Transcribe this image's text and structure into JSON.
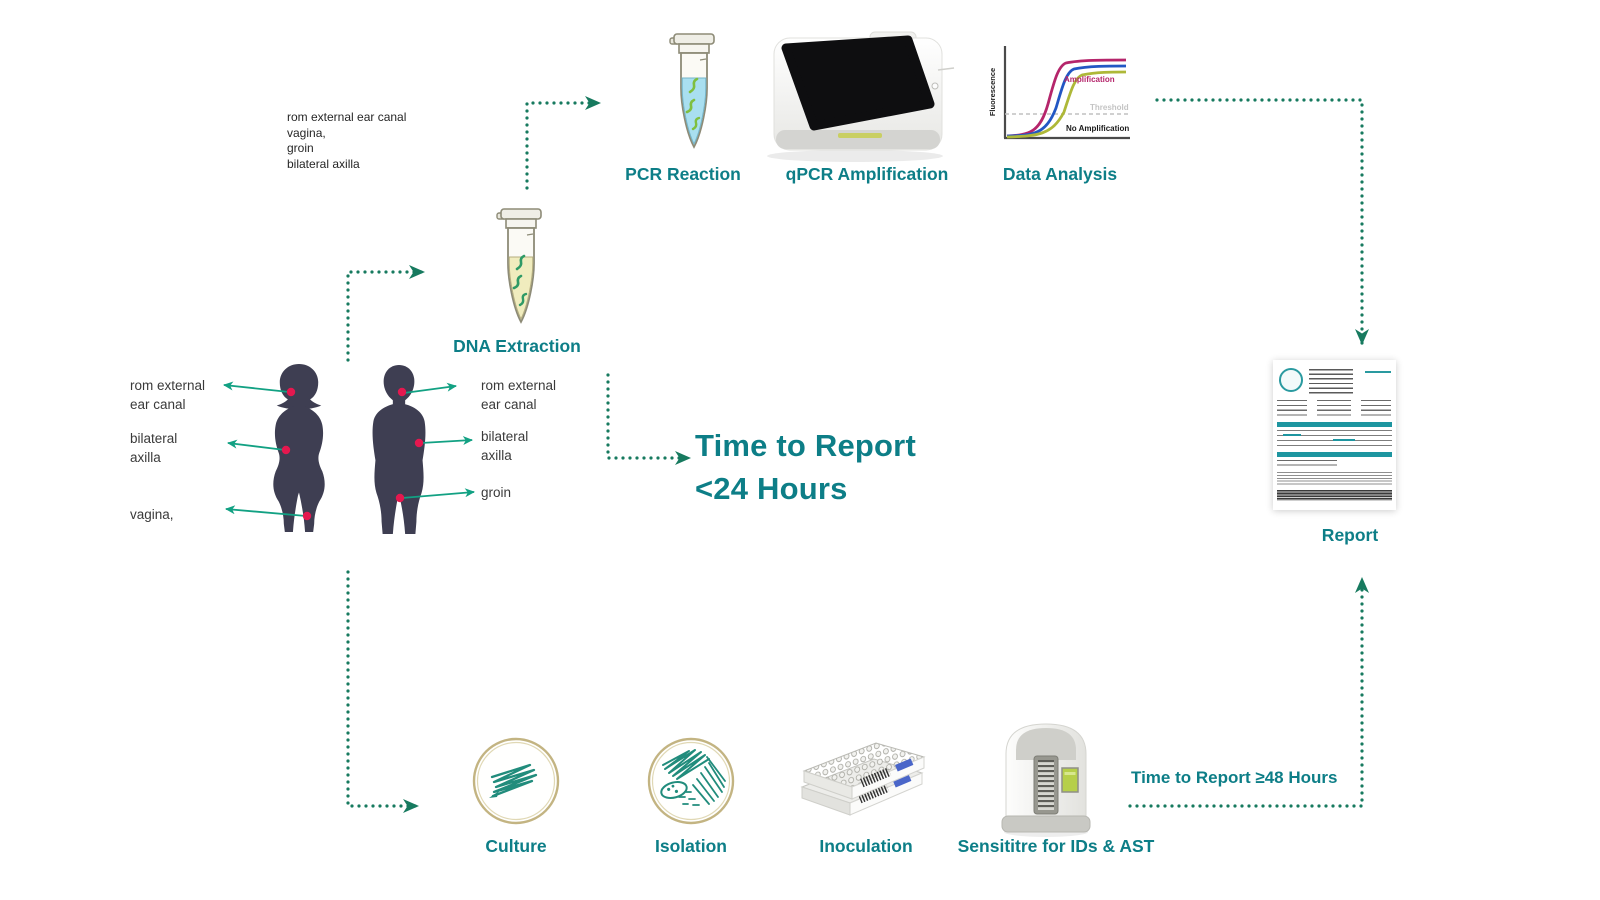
{
  "colors": {
    "accent_teal": "#0d7e87",
    "arrow_green": "#177a5f",
    "site_arrow_green": "#12a183",
    "body_silhouette": "#3e3e52",
    "site_marker_red": "#e4184f",
    "curve_magenta": "#b5256b",
    "curve_blue": "#2257c4",
    "curve_green": "#aeb838"
  },
  "specimen_note": [
    "rom external ear canal",
    "vagina,",
    "groin",
    "bilateral axilla"
  ],
  "body_sites": {
    "left": {
      "ear_1": "rom external",
      "ear_2": "ear canal",
      "axilla_1": "bilateral",
      "axilla_2": "axilla",
      "vagina": "vagina,"
    },
    "right": {
      "ear_1": "rom external",
      "ear_2": "ear canal",
      "axilla_1": "bilateral",
      "axilla_2": "axilla",
      "groin": "groin"
    }
  },
  "steps": {
    "dna_extraction": "DNA Extraction",
    "pcr_reaction": "PCR Reaction",
    "qpcr_amplification": "qPCR Amplification",
    "data_analysis": "Data Analysis",
    "report": "Report",
    "culture": "Culture",
    "isolation": "Isolation",
    "inoculation": "Inoculation",
    "sensititre": "Sensititre for IDs & AST"
  },
  "time_to_report": {
    "fast_line1": "Time to Report",
    "fast_line2": "<24 Hours",
    "slow_bold": "Time to Report",
    "slow_rest": " ≥48 Hours"
  },
  "analysis_chart": {
    "type": "line",
    "ylabel": "Fluorescence",
    "amplification_label": "Amplification",
    "threshold_label": "Threshold",
    "no_amplification_label": "No Amplification",
    "series": [
      {
        "name": "early amplification curve",
        "color": "#b5256b"
      },
      {
        "name": "mid amplification curve",
        "color": "#2257c4"
      },
      {
        "name": "late amplification curve",
        "color": "#aeb838"
      }
    ],
    "threshold_line": "dashed horizontal"
  }
}
